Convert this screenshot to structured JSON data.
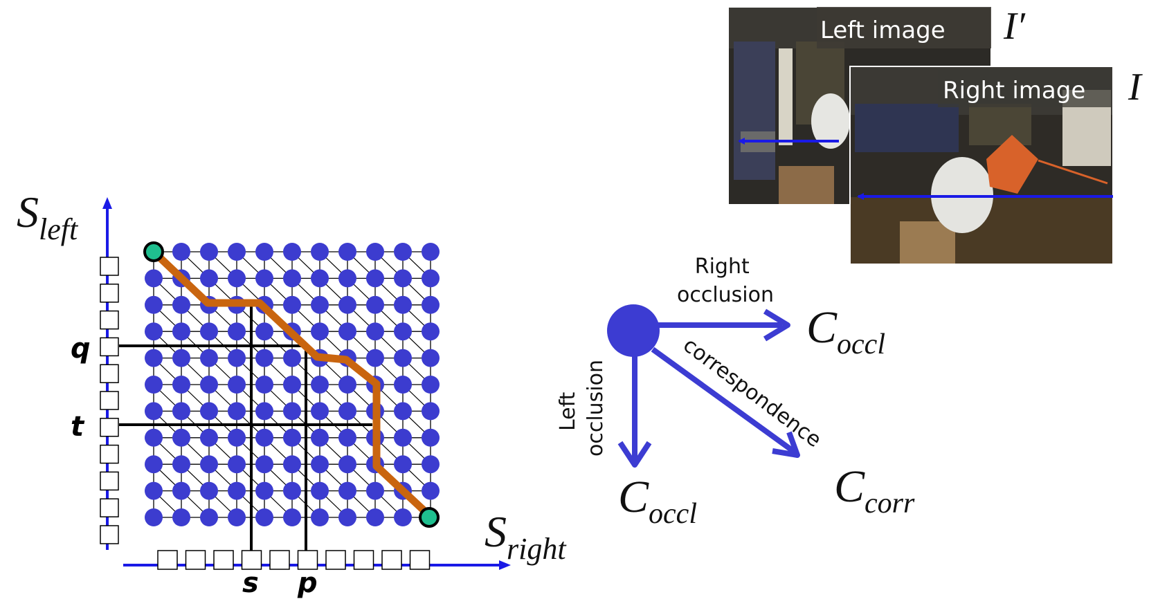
{
  "trellis": {
    "axis_left": {
      "base": "S",
      "sub": "left"
    },
    "axis_right": {
      "base": "S",
      "sub": "right"
    },
    "labels": {
      "q": "q",
      "t": "t",
      "s": "s",
      "p": "p"
    },
    "grid_rows": 11,
    "grid_cols": 11,
    "box_rows": 11,
    "box_cols": 10
  },
  "images": {
    "left_label": "Left image",
    "right_label": "Right image",
    "left_symbol": "I′",
    "right_symbol": "I"
  },
  "transitions": {
    "right_occlusion": {
      "line1": "Right",
      "line2": "occlusion"
    },
    "left_occlusion": {
      "line1": "Left",
      "line2": "occlusion"
    },
    "correspondence": "correspondence",
    "c_occl_right": {
      "base": "C",
      "sub": "occl"
    },
    "c_occl_down": {
      "base": "C",
      "sub": "occl"
    },
    "c_corr": {
      "base": "C",
      "sub": "corr"
    }
  },
  "colors": {
    "node": "#3c3ccf",
    "axis": "#1a1ae6",
    "path": "#c9650f",
    "endpoint": "#1fbf8f",
    "arrow": "#3c3cd2"
  }
}
